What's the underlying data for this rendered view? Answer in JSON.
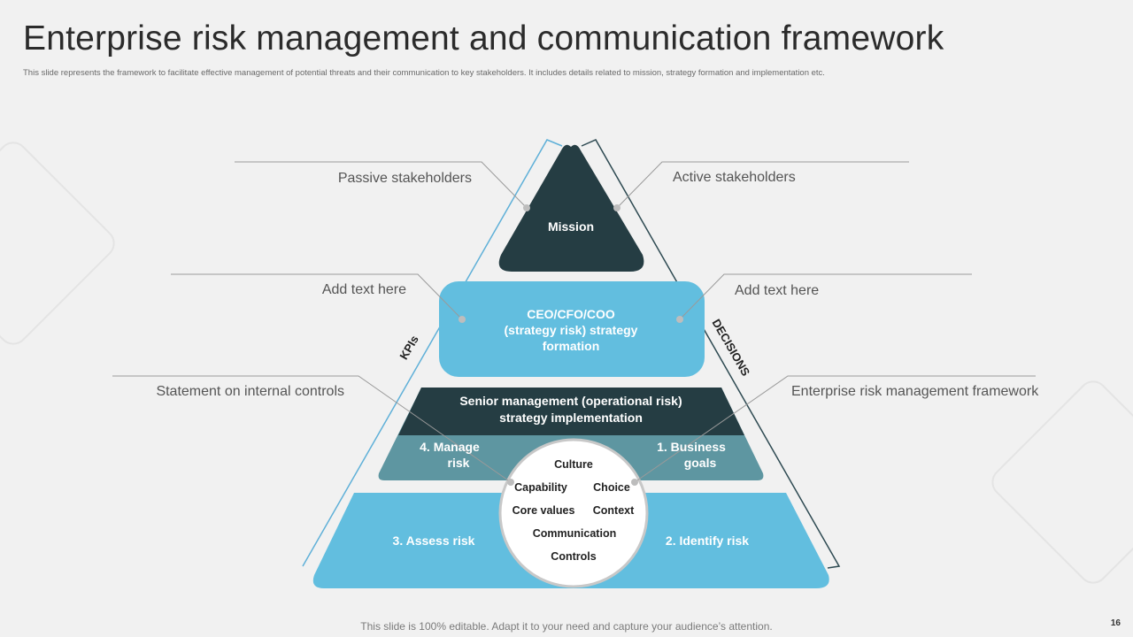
{
  "title": "Enterprise risk management and communication framework",
  "subtitle": "This slide represents the framework to facilitate effective management of potential threats and their communication to key stakeholders. It includes details related to mission, strategy formation and implementation  etc.",
  "footer": "This slide is 100% editable. Adapt it to your need and capture your audience’s attention.",
  "slide_number": "16",
  "colors": {
    "dark": "#253d43",
    "light_blue": "#62bedf",
    "teal": "#5e96a1",
    "frame_left": "#5fb0d8",
    "frame_right": "#2e4a52"
  },
  "pyramid": {
    "top": "Mission",
    "second": [
      "CEO/CFO/COO",
      "(strategy risk) strategy",
      "formation"
    ],
    "third": [
      "Senior management (operational risk)",
      "strategy implementation"
    ],
    "quadrants": {
      "top_left": [
        "4. Manage",
        "risk"
      ],
      "top_right": [
        "1. Business",
        "goals"
      ],
      "bottom_left": "3. Assess risk",
      "bottom_right": "2. Identify risk"
    },
    "circle_items": [
      "Culture",
      "Capability",
      "Choice",
      "Core values",
      "Context",
      "Communication",
      "Controls"
    ]
  },
  "edge_labels": {
    "left": "KPIs",
    "right": "DECISIONS"
  },
  "callouts": {
    "passive": "Passive stakeholders",
    "active": "Active stakeholders",
    "add_left": "Add text here",
    "add_right": "Add text here",
    "internal_controls": "Statement on internal controls",
    "erm_framework": "Enterprise risk management framework"
  }
}
